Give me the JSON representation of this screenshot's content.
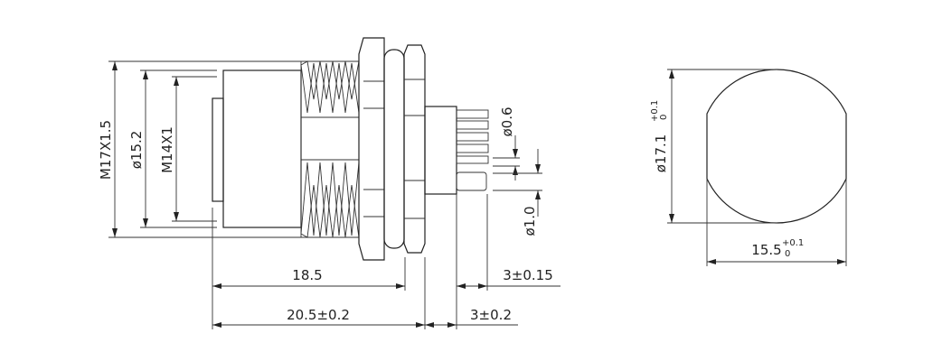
{
  "dimensions": {
    "m17": "M17X1.5",
    "d152": "ø15.2",
    "m14": "M14X1",
    "pin_d06": "ø0.6",
    "pin_d10": "ø1.0",
    "len_185": "18.5",
    "len_205": "20.5±0.2",
    "pin_3_015": "3±0.15",
    "pin_3_02": "3±0.2",
    "cutout_d": "ø17.1",
    "cutout_d_tol_upper": "+0.1",
    "cutout_d_tol_lower": "0",
    "cutout_w": "15.5",
    "cutout_w_tol_upper": "+0.1",
    "cutout_w_tol_lower": "0"
  }
}
